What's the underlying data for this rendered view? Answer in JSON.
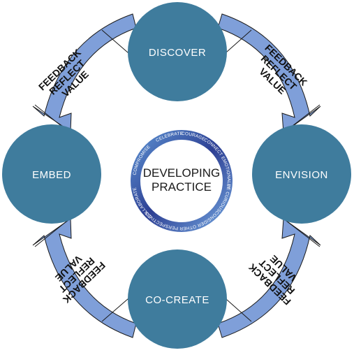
{
  "nodes": {
    "top": "DISCOVER",
    "right": "ENVISION",
    "bottom": "CO-CREATE",
    "left": "EMBED"
  },
  "center": {
    "line1": "DEVELOPING",
    "line2": "PRACTICE"
  },
  "arrows": {
    "line1": "FEEDBACK",
    "line2": "REFLECT",
    "line3": "VALUE"
  },
  "ring_words": [
    "COURAGE",
    "CONNECT EMOTIONALLY",
    "BE CURIOUS",
    "CONSIDER OTHER PERSPECTIVES",
    "COLLABORATE",
    "COMPROMISE",
    "CELEBRATE"
  ],
  "colors": {
    "node_fill": "#3f7c9d",
    "arrow_fill": "#7f9fd9",
    "arrow_stroke": "#1a1a1a",
    "ring_dark": "#2d3f93",
    "ring_light": "#5b8fd0"
  }
}
